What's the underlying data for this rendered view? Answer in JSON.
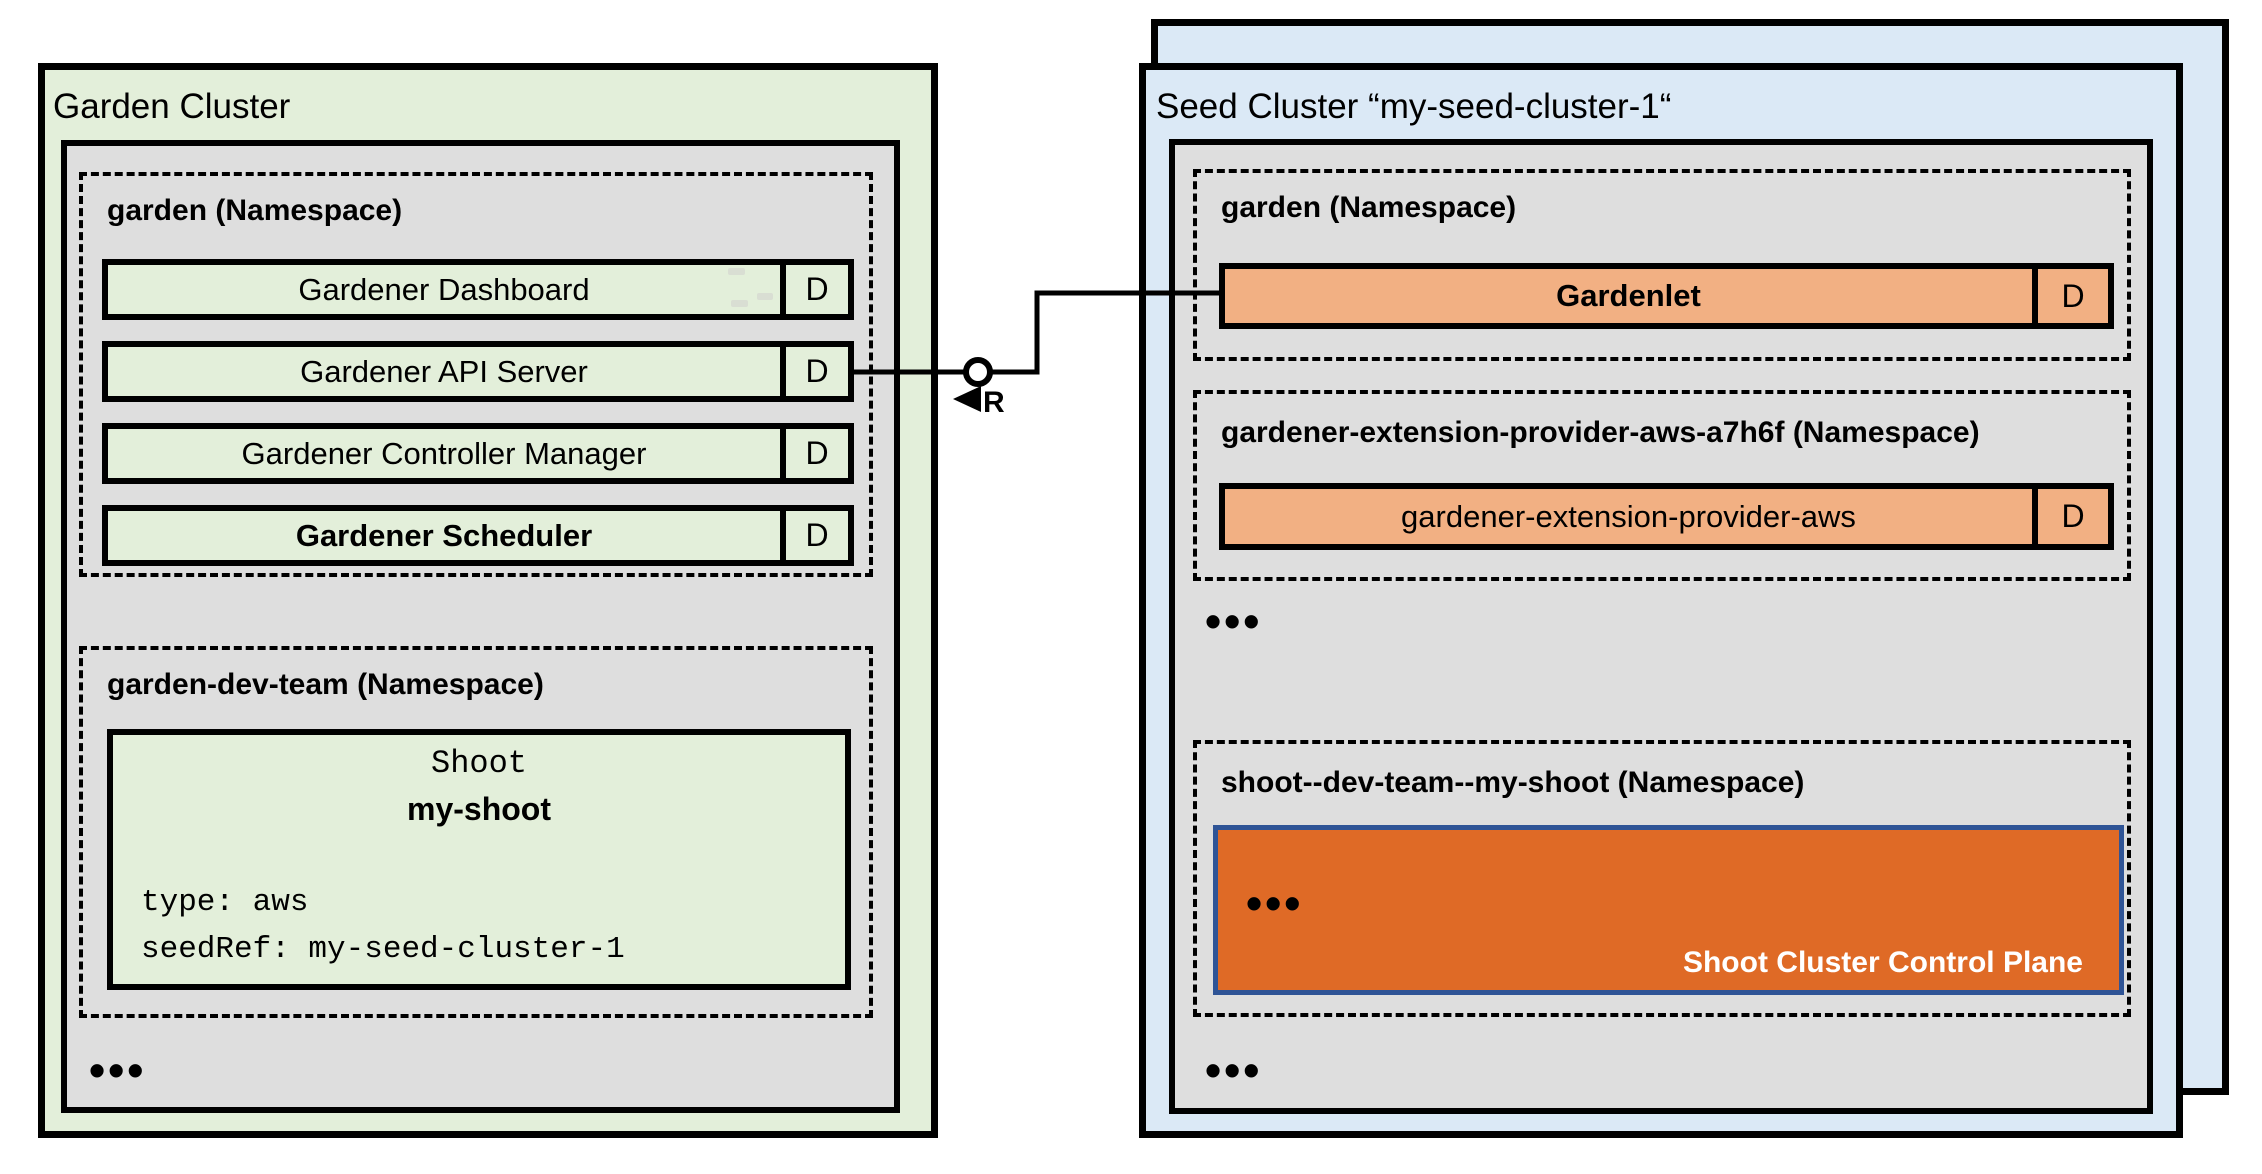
{
  "colors": {
    "green_fill": "#E3EFDA",
    "blue_fill": "#DBE9F6",
    "gray_fill": "#DEDEDE",
    "light_orange": "#F2B083",
    "dark_orange": "#DF6A26",
    "control_plane_border": "#2F5496",
    "line_black": "#000000"
  },
  "garden_cluster": {
    "title": "Garden Cluster",
    "garden_namespace": {
      "label": "garden (Namespace)",
      "rows": [
        {
          "label": "Gardener Dashboard",
          "badge": "D"
        },
        {
          "label": "Gardener API Server",
          "badge": "D"
        },
        {
          "label": "Gardener Controller Manager",
          "badge": "D"
        },
        {
          "label": "Gardener Scheduler",
          "badge": "D"
        }
      ]
    },
    "dev_namespace": {
      "label": "garden-dev-team (Namespace)",
      "shoot_card": {
        "kind": "Shoot",
        "name": "my-shoot",
        "spec_line_1": "type: aws",
        "spec_line_2": "seedRef: my-seed-cluster-1"
      }
    },
    "bottom_ellipsis": "•••"
  },
  "connector": {
    "interface_label": "R"
  },
  "seed_cluster": {
    "title": "Seed Cluster “my-seed-cluster-1“",
    "garden_namespace": {
      "label": "garden (Namespace)",
      "row": {
        "label": "Gardenlet",
        "badge": "D"
      }
    },
    "extension_namespace": {
      "label": "gardener-extension-provider-aws-a7h6f (Namespace)",
      "row": {
        "label": "gardener-extension-provider-aws",
        "badge": "D"
      }
    },
    "mid_ellipsis": "•••",
    "shoot_namespace": {
      "label": "shoot--dev-team--my-shoot (Namespace)",
      "control_plane": {
        "ellipsis": "•••",
        "label": "Shoot Cluster Control Plane"
      }
    },
    "bottom_ellipsis": "•••"
  }
}
